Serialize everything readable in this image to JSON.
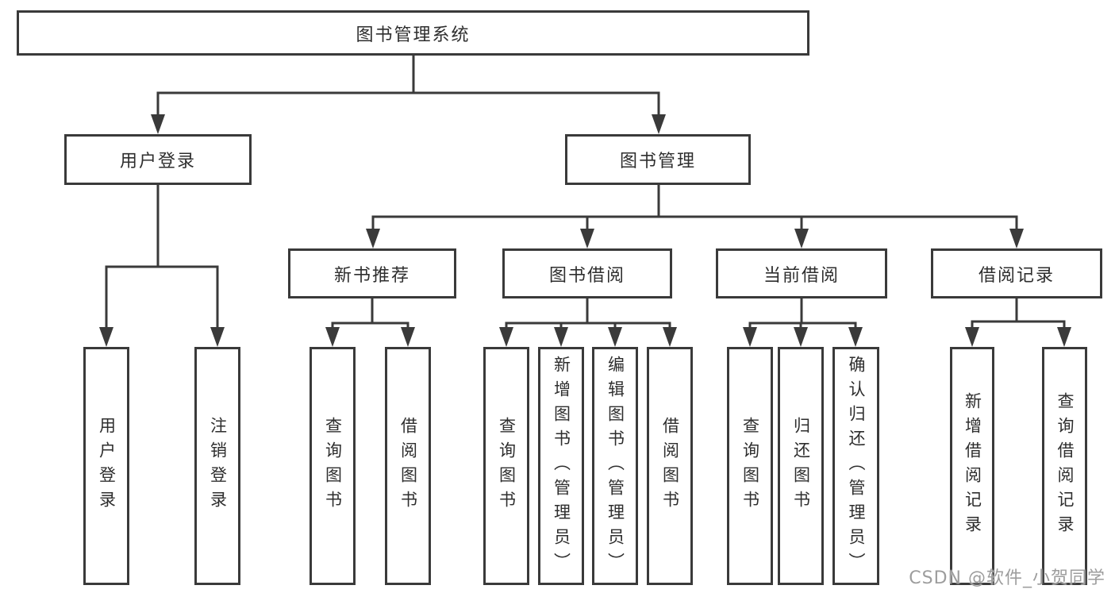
{
  "tree": {
    "root": {
      "label": "图书管理系统"
    },
    "level2": [
      {
        "label": "用户登录"
      },
      {
        "label": "图书管理"
      }
    ],
    "level3": [
      {
        "label": "新书推荐",
        "parent": "图书管理"
      },
      {
        "label": "图书借阅",
        "parent": "图书管理"
      },
      {
        "label": "当前借阅",
        "parent": "图书管理"
      },
      {
        "label": "借阅记录",
        "parent": "图书管理"
      }
    ],
    "leaves": [
      {
        "label": "用户登录",
        "parent": "用户登录"
      },
      {
        "label": "注销登录",
        "parent": "用户登录"
      },
      {
        "label": "查询图书",
        "parent": "新书推荐"
      },
      {
        "label": "借阅图书",
        "parent": "新书推荐"
      },
      {
        "label": "查询图书",
        "parent": "图书借阅"
      },
      {
        "label": "新增图书（管理员）",
        "parent": "图书借阅"
      },
      {
        "label": "编辑图书（管理员）",
        "parent": "图书借阅"
      },
      {
        "label": "借阅图书",
        "parent": "图书借阅"
      },
      {
        "label": "查询图书",
        "parent": "当前借阅"
      },
      {
        "label": "归还图书",
        "parent": "当前借阅"
      },
      {
        "label": "确认归还（管理员）",
        "parent": "当前借阅"
      },
      {
        "label": "新增借阅记录",
        "parent": "借阅记录"
      },
      {
        "label": "查询借阅记录",
        "parent": "借阅记录"
      }
    ]
  },
  "watermark": "CSDN @软件_小贺同学",
  "colors": {
    "line": "#3a3a3a",
    "text": "#2e2e2e",
    "background": "#ffffff",
    "watermark": "#9d9d9d"
  }
}
